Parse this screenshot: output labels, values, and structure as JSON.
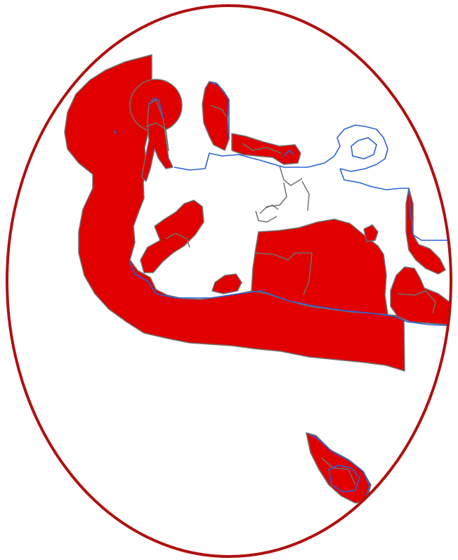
{
  "map": {
    "frame": "oval",
    "colors": {
      "background": "#ffffff",
      "oval_border": "#b01010",
      "region_fill": "#e00000",
      "region_border": "#707070",
      "water_line": "#2a63d6"
    },
    "layers": [
      {
        "id": "highlighted-regions",
        "style": "red fill"
      },
      {
        "id": "region-borders",
        "style": "grey outline"
      },
      {
        "id": "coastline",
        "style": "blue line"
      }
    ]
  }
}
